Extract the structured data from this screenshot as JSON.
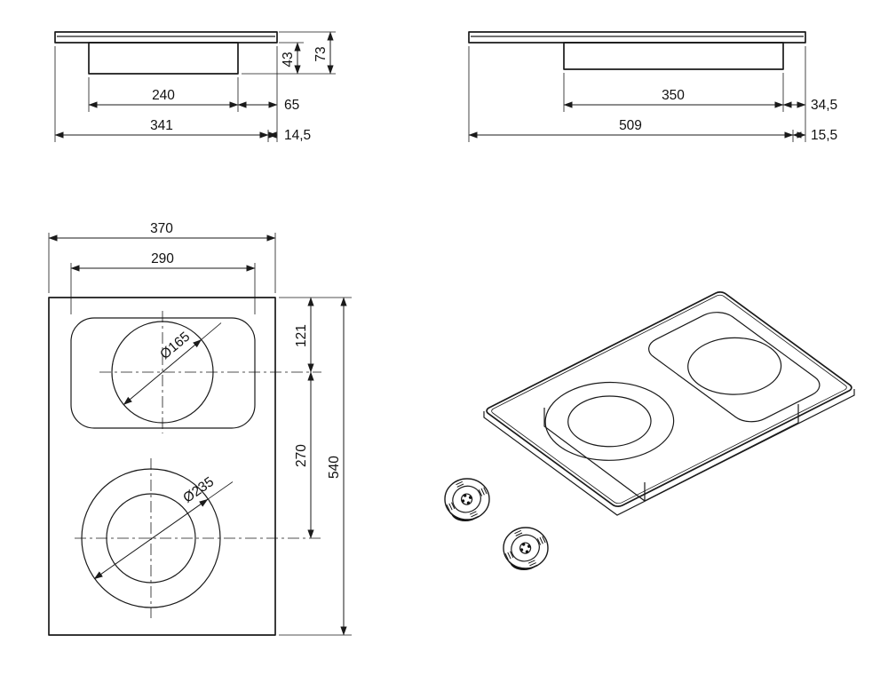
{
  "drawing": {
    "side_small": {
      "h_body": "43",
      "h_total": "73",
      "w_body": "240",
      "w_gap": "65",
      "w_total": "341",
      "w_lip": "14,5"
    },
    "side_large": {
      "w_body": "350",
      "h_gap": "34,5",
      "w_total": "509",
      "h_lip": "15,5"
    },
    "top": {
      "w_total": "370",
      "w_inner": "290",
      "d_top_center": "121",
      "d_centers": "270",
      "h_total": "540",
      "dia_small": "Ø165",
      "dia_large": "Ø235"
    }
  },
  "colors": {
    "line": "#1a1a1a",
    "background": "#ffffff"
  }
}
